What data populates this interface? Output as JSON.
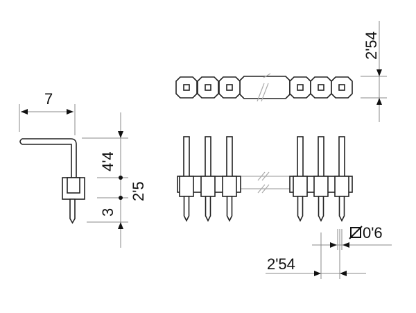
{
  "dimensions": {
    "width_7": "7",
    "height_4_4": "4'4",
    "height_2_5": "2'5",
    "height_3": "3",
    "pitch_top": "2'54",
    "pitch_bottom": "2'54",
    "pin_diameter": "0'6"
  },
  "colors": {
    "outline": "#222222",
    "dimension_line": "#888888"
  }
}
